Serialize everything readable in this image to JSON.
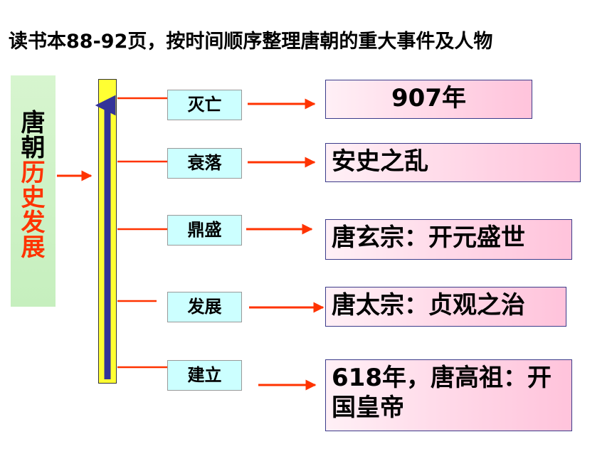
{
  "title": "读书本88-92页，按时间顺序整理唐朝的重大事件及人物",
  "side_label": {
    "black_part": [
      "唐",
      "朝"
    ],
    "red_part": [
      "历",
      "史",
      "发",
      "展"
    ]
  },
  "stages": [
    {
      "label": "灭亡",
      "event": "907年"
    },
    {
      "label": "衰落",
      "event": "安史之乱"
    },
    {
      "label": "鼎盛",
      "event": "唐玄宗：开元盛世"
    },
    {
      "label": "发展",
      "event": "唐太宗：贞观之治"
    },
    {
      "label": "建立",
      "event": "618年，唐高祖：开国皇帝"
    }
  ],
  "colors": {
    "arrow": "#ff3300",
    "red_text": "#ff3300",
    "timeline_bar": "#ffff33",
    "timeline_arrow": "#333399",
    "stage_box": "#ccffff",
    "side_panel": "#ccf2c4"
  }
}
